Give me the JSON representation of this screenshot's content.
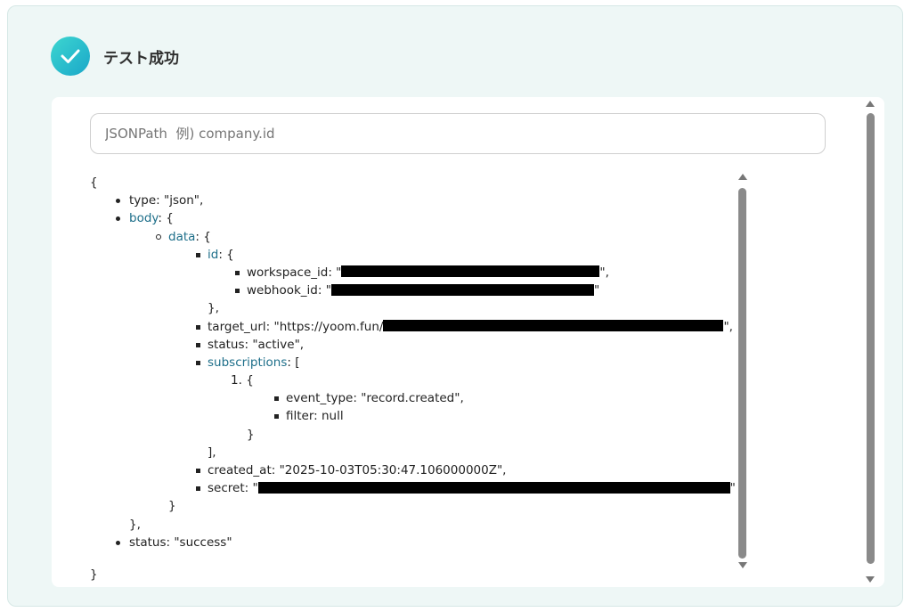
{
  "header": {
    "title": "テスト成功",
    "icon": "check-circle-icon",
    "accent": "#22bcd0"
  },
  "search": {
    "placeholder": "JSONPath  例) company.id"
  },
  "json_view": {
    "lines": {
      "open": "{",
      "type": "type: \"json\",",
      "body_key": "body",
      "body_rest": ": {",
      "data_key": "data",
      "data_rest": ": {",
      "id_key": "id",
      "id_rest": ": {",
      "workspace_pre": "workspace_id: \"",
      "workspace_post": "\",",
      "webhook_pre": "webhook_id: \"",
      "webhook_post": "\"",
      "id_close": "},",
      "target_pre": "target_url: \"https://yoom.fun/",
      "target_post": "\",",
      "status_active": "status: \"active\",",
      "subs_key": "subscriptions",
      "subs_rest": ": [",
      "item_num": "1.",
      "item_open": "{",
      "event_type": "event_type: \"record.created\",",
      "filter": "filter: null",
      "item_close": "}",
      "subs_close": "],",
      "created_at": "created_at: \"2025-10-03T05:30:47.106000000Z\",",
      "secret_pre": "secret: \"",
      "secret_post": "\"",
      "data_close": "}",
      "body_close": "},",
      "status_success": "status: \"success\"",
      "close": "}"
    }
  }
}
